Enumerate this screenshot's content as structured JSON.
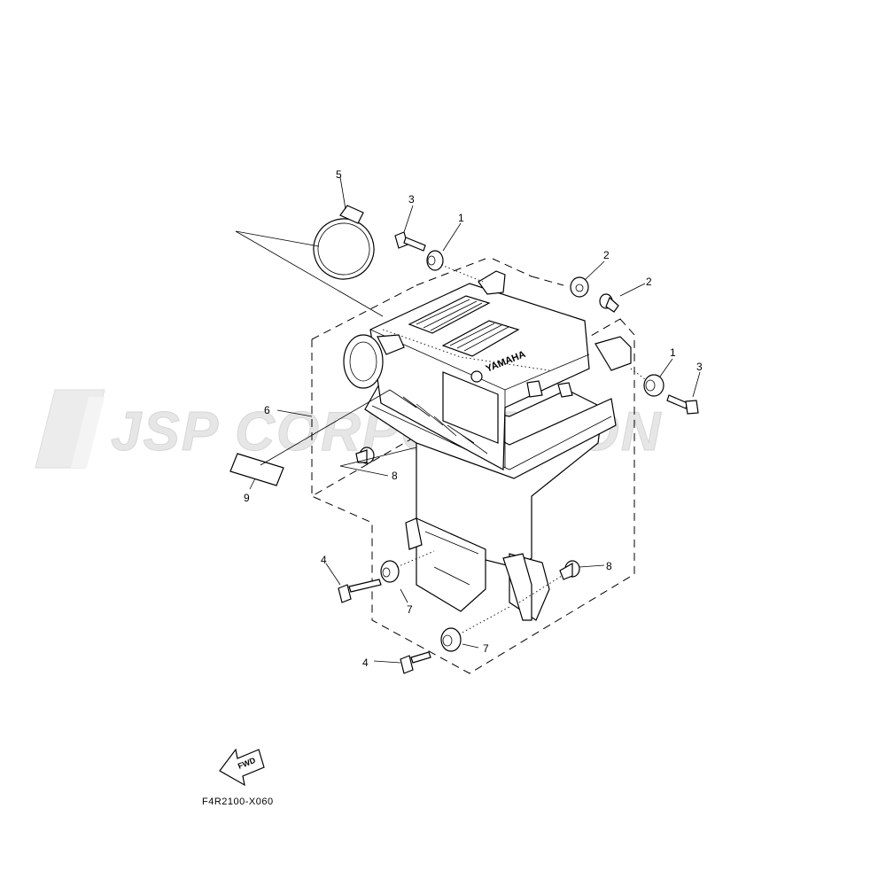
{
  "watermark": "JSP CORPORATION",
  "diagram_code": "F4R2100-X060",
  "fwd_label": "FWD",
  "box_brand": "YAMAHA",
  "callouts": {
    "c5": "5",
    "c3a": "3",
    "c1a": "1",
    "c2a": "2",
    "c2b": "2",
    "c1b": "1",
    "c3b": "3",
    "c6": "6",
    "c8a": "8",
    "c9": "9",
    "c4a": "4",
    "c7a": "7",
    "c8b": "8",
    "c7b": "7",
    "c4b": "4"
  }
}
